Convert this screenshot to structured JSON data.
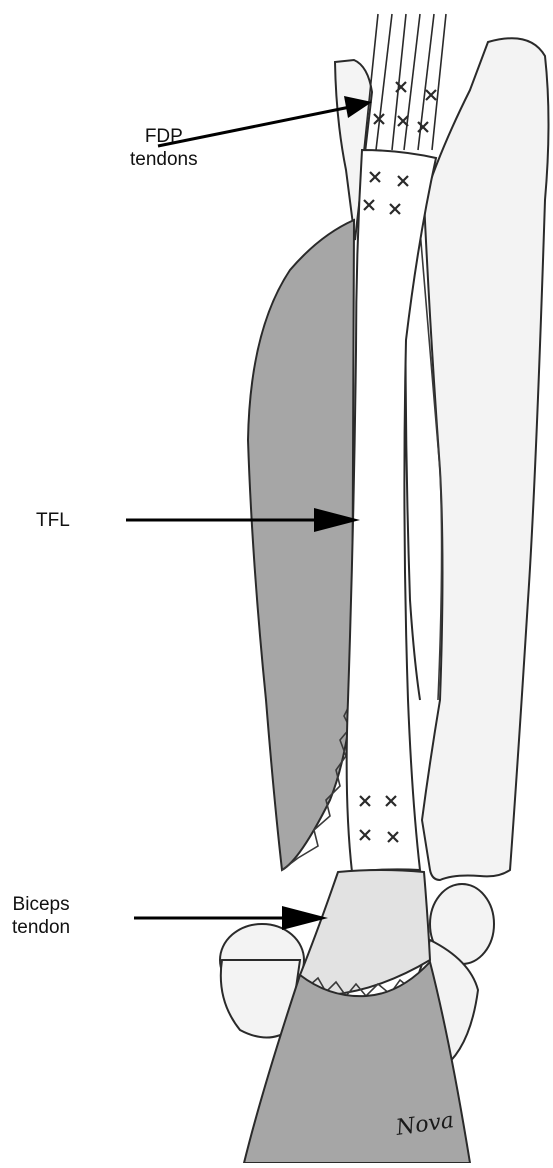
{
  "labels": {
    "fdp": [
      "FDP",
      "tendons"
    ],
    "tfl": "TFL",
    "biceps": [
      "Biceps",
      "tendon"
    ]
  },
  "signature": "Nova",
  "colors": {
    "muscle": "#a6a6a6",
    "biceps_tendon": "#e4e4e4",
    "bone": "#f3f3f3",
    "graft": "#ffffff",
    "outline": "#2a2a2a",
    "arrow": "#000000"
  }
}
